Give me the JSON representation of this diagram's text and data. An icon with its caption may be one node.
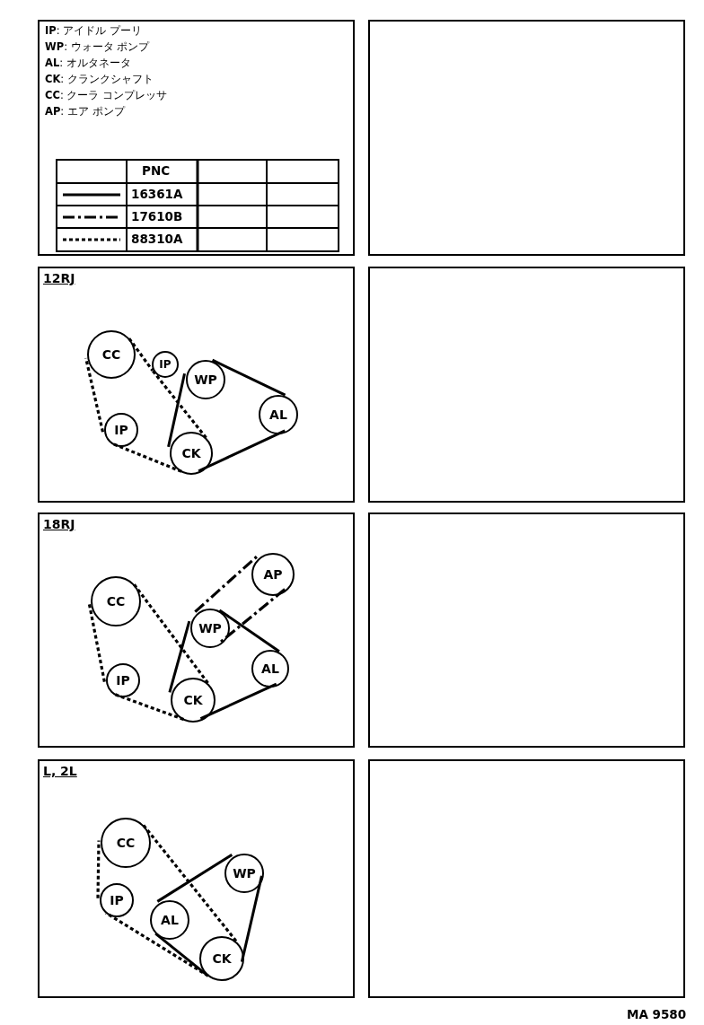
{
  "diagram": {
    "nodes": [
      {
        "text": [
          "**IP**: アイドル プーリ",
          "**WP**: ウォータ ポンプ",
          "**AL**: オルタネータ",
          "**CK**: クランクシャフト",
          "**CC**: クーラ コンプレッサ",
          "**AP**: エア ポンプ"
        ]
      },
      {
        "text": [],
        "shape": "box"
      },
      {
        "text": [
          "12RJ"
        ]
      },
      {
        "text": [
          "CC"
        ],
        "in": 2
      },
      {
        "text": [
          "IP"
        ],
        "in": 2
      },
      {
        "text": [
          "WP"
        ],
        "in": 2
      },
      {
        "text": [
          "AL"
        ],
        "in": 2
      },
      {
        "text": [
          "IP"
        ],
        "in": 2
      },
      {
        "text": [
          "CK"
        ],
        "in": 2
      },
      {
        "text": [],
        "shape": "box"
      },
      {
        "text": [
          "18RJ"
        ]
      },
      {
        "text": [
          "CC"
        ],
        "in": 10
      },
      {
        "text": [
          "AP"
        ],
        "in": 10
      },
      {
        "text": [
          "WP"
        ],
        "in": 10
      },
      {
        "text": [
          "AL"
        ],
        "in": 10
      },
      {
        "text": [
          "IP"
        ],
        "in": 10
      },
      {
        "text": [
          "CK"
        ],
        "in": 10
      },
      {
        "text": [],
        "shape": "box"
      },
      {
        "text": [
          "L, 2L"
        ]
      },
      {
        "text": [
          "CC"
        ],
        "in": 18
      },
      {
        "text": [
          "WP"
        ],
        "in": 18
      },
      {
        "text": [
          "IP"
        ],
        "in": 18
      },
      {
        "text": [
          "AL"
        ],
        "in": 18
      },
      {
        "text": [
          "CK"
        ],
        "in": 18
      },
      {
        "text": [],
        "shape": "box"
      }
    ],
    "edges": [
      {
        "from": 5,
        "to": 6,
        "arrow": "none"
      },
      {
        "from": 6,
        "to": 8,
        "arrow": "none"
      },
      {
        "from": 8,
        "to": 5,
        "arrow": "none"
      },
      {
        "from": 3,
        "to": 4,
        "arrow": "none",
        "style": "dashed"
      },
      {
        "from": 4,
        "to": 8,
        "arrow": "none",
        "style": "dashed"
      },
      {
        "from": 8,
        "to": 7,
        "arrow": "none",
        "style": "dashed"
      },
      {
        "from": 7,
        "to": 3,
        "arrow": "none",
        "style": "dashed"
      },
      {
        "from": 13,
        "to": 14,
        "arrow": "none"
      },
      {
        "from": 14,
        "to": 16,
        "arrow": "none"
      },
      {
        "from": 16,
        "to": 13,
        "arrow": "none"
      },
      {
        "from": 13,
        "to": 12,
        "arrow": "none",
        "style": "dashed"
      },
      {
        "from": 12,
        "to": 13,
        "arrow": "none",
        "style": "dashed"
      },
      {
        "from": 11,
        "to": 16,
        "arrow": "none",
        "style": "dashed"
      },
      {
        "from": 16,
        "to": 15,
        "arrow": "none",
        "style": "dashed"
      },
      {
        "from": 15,
        "to": 11,
        "arrow": "none",
        "style": "dashed"
      },
      {
        "from": 22,
        "to": 20,
        "arrow": "none"
      },
      {
        "from": 20,
        "to": 23,
        "arrow": "none"
      },
      {
        "from": 23,
        "to": 22,
        "arrow": "none"
      },
      {
        "from": 19,
        "to": 23,
        "arrow": "none",
        "style": "dashed"
      },
      {
        "from": 23,
        "to": 21,
        "arrow": "none",
        "style": "dashed"
      },
      {
        "from": 21,
        "to": 19,
        "arrow": "none",
        "style": "dashed"
      }
    ],
    "labels": [
      "PNC",
      "MA 9580"
    ],
    "legend": [
      {
        "text": "16361A"
      },
      {
        "text": "17610B"
      },
      {
        "text": "88310A"
      }
    ]
  }
}
